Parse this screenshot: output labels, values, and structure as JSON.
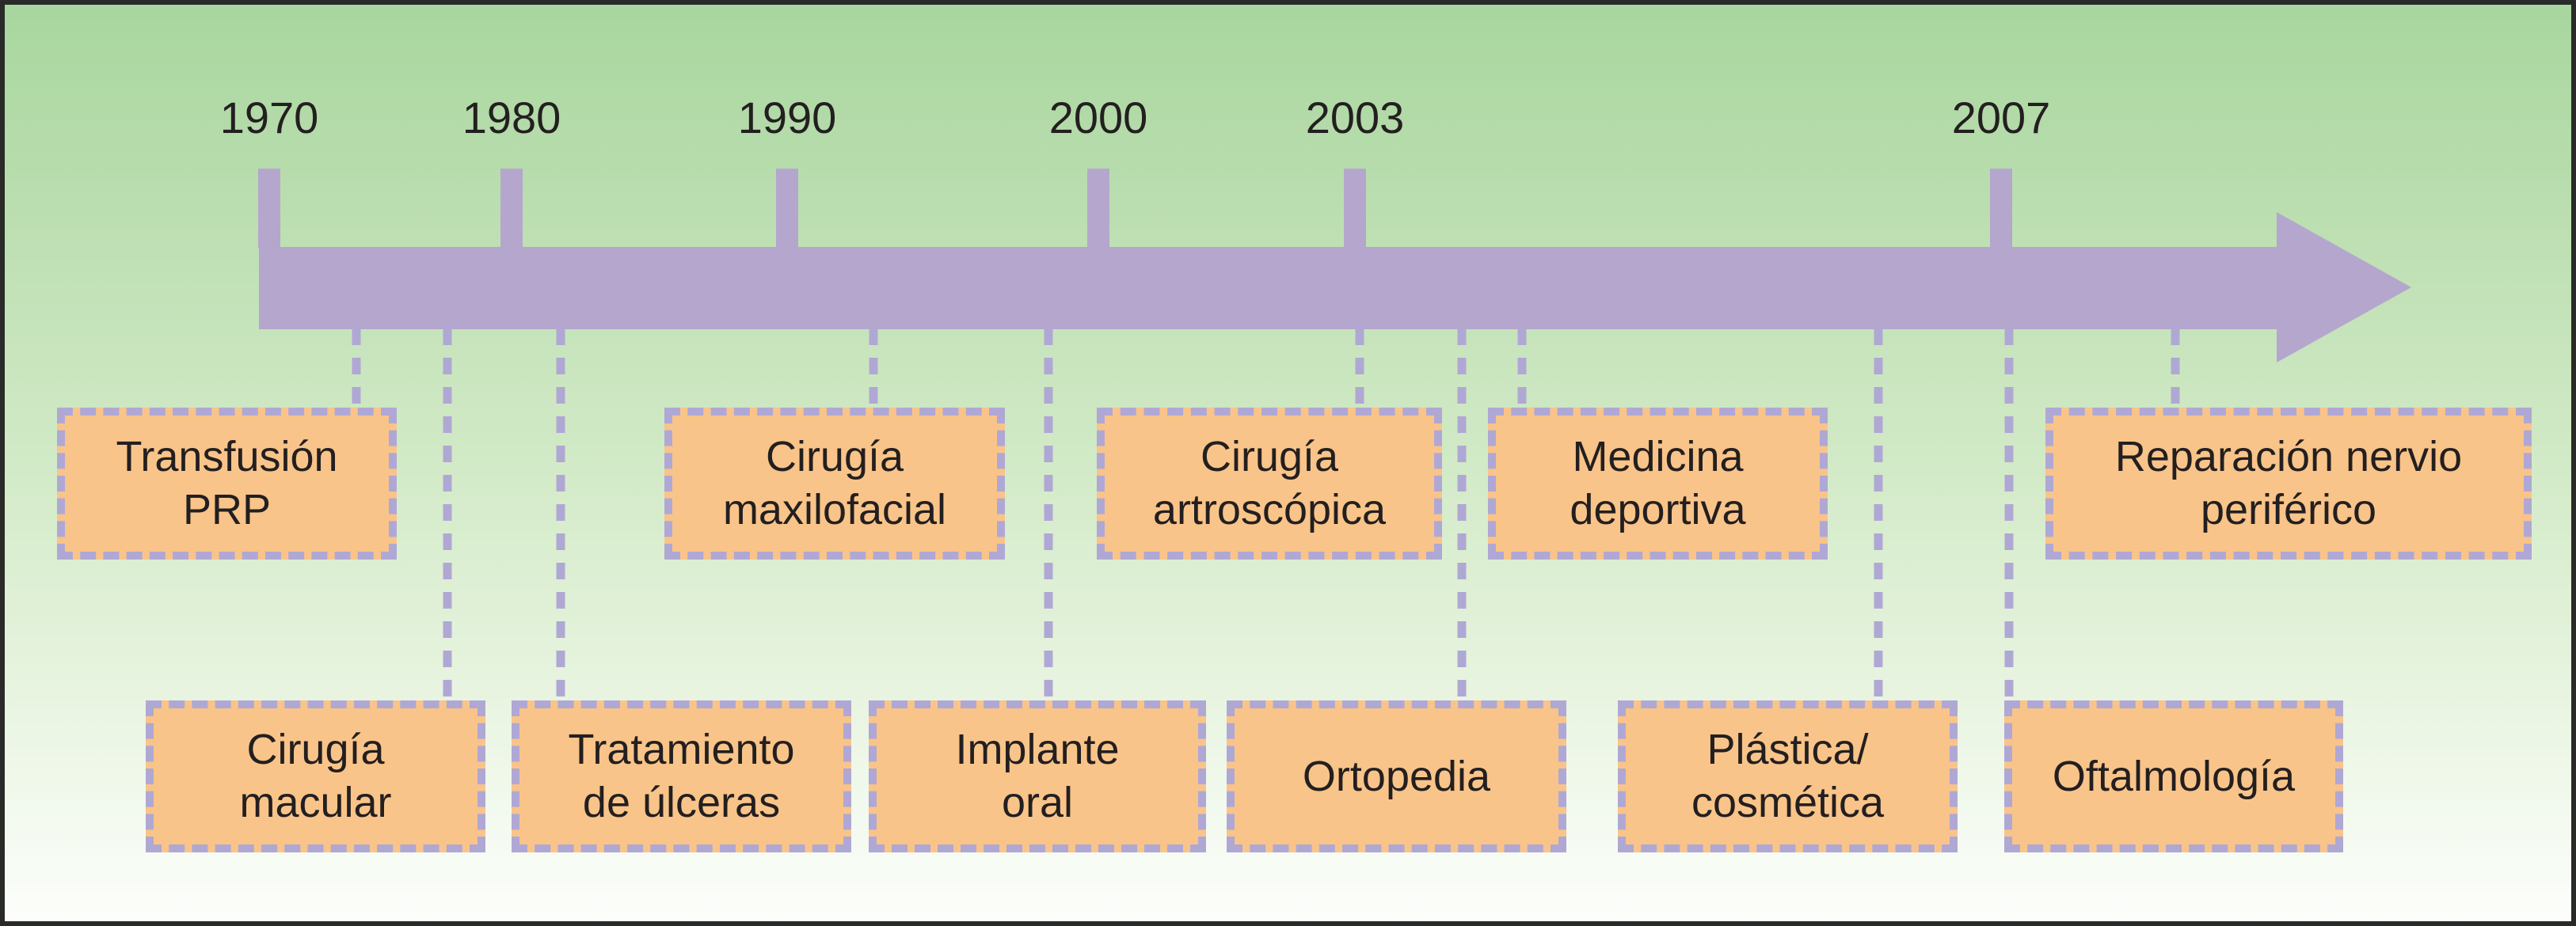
{
  "colors": {
    "arrow": "#b5a6ce",
    "dash": "#b0a8d4",
    "box-fill": "#f9c489",
    "text": "#231f20",
    "bg-top": "#a8d69e",
    "bg-bottom": "#fcfefb",
    "frame-border": "#2a2a28"
  },
  "timeline": {
    "years": [
      {
        "label": "1970"
      },
      {
        "label": "1980"
      },
      {
        "label": "1990"
      },
      {
        "label": "2000"
      },
      {
        "label": "2003"
      },
      {
        "label": "2007"
      }
    ]
  },
  "events": {
    "top": [
      {
        "label": "Transfusión\nPRP"
      },
      {
        "label": "Cirugía\nmaxilofacial"
      },
      {
        "label": "Cirugía\nartroscópica"
      },
      {
        "label": "Medicina\ndeportiva"
      },
      {
        "label": "Reparación nervio\nperiférico"
      }
    ],
    "bottom": [
      {
        "label": "Cirugía\nmacular"
      },
      {
        "label": "Tratamiento\nde úlceras"
      },
      {
        "label": "Implante\noral"
      },
      {
        "label": "Ortopedia"
      },
      {
        "label": "Plástica/\ncosmética"
      },
      {
        "label": "Oftalmología"
      }
    ]
  }
}
